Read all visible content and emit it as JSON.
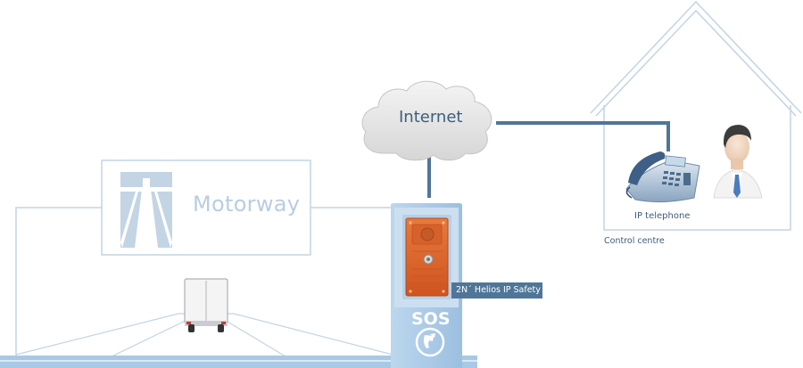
{
  "labels": {
    "motorway": "Motorway",
    "internet": "Internet",
    "ip_telephone": "IP telephone",
    "control_centre": "Control centre",
    "device": "2N´ Helios IP Safety",
    "sos": "SOS"
  },
  "colors": {
    "outline": "#c3d4e4",
    "network_line": "#4f7698",
    "device_orange": "#e0662c",
    "pillar": "#a8c8e6",
    "tag_bg": "#4f7698"
  },
  "icons": [
    "motorway-sign-icon",
    "cloud-icon",
    "phone-icon",
    "person-icon",
    "truck-icon",
    "handset-icon"
  ]
}
